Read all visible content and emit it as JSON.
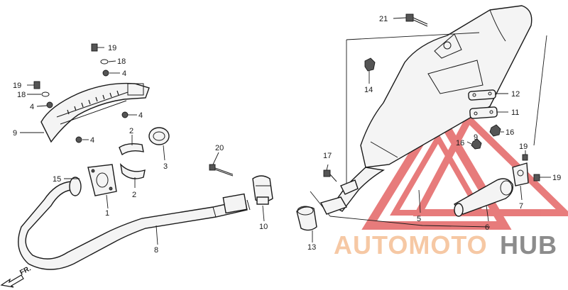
{
  "callouts": {
    "c1": "1",
    "c2a": "2",
    "c2b": "2",
    "c3": "3",
    "c4a": "4",
    "c4b": "4",
    "c4c": "4",
    "c4d": "4",
    "c5": "5",
    "c6": "6",
    "c7": "7",
    "c8": "8",
    "c9": "9",
    "c10": "10",
    "c11": "11",
    "c12": "12",
    "c13": "13",
    "c14": "14",
    "c15": "15",
    "c16a": "16",
    "c16b": "16",
    "c17": "17",
    "c18a": "18",
    "c18b": "18",
    "c19a": "19",
    "c19b": "19",
    "c19c": "19",
    "c19d": "19",
    "c20": "20",
    "c21": "21",
    "c9b": "9"
  },
  "direction_label": "FR.",
  "watermark": {
    "part1": "AUTOMOTO",
    "part2": "HUB",
    "colors": {
      "triangle": "#e25b5b",
      "auto": "#f6c8a4",
      "hub": "#8c8c8c"
    }
  }
}
